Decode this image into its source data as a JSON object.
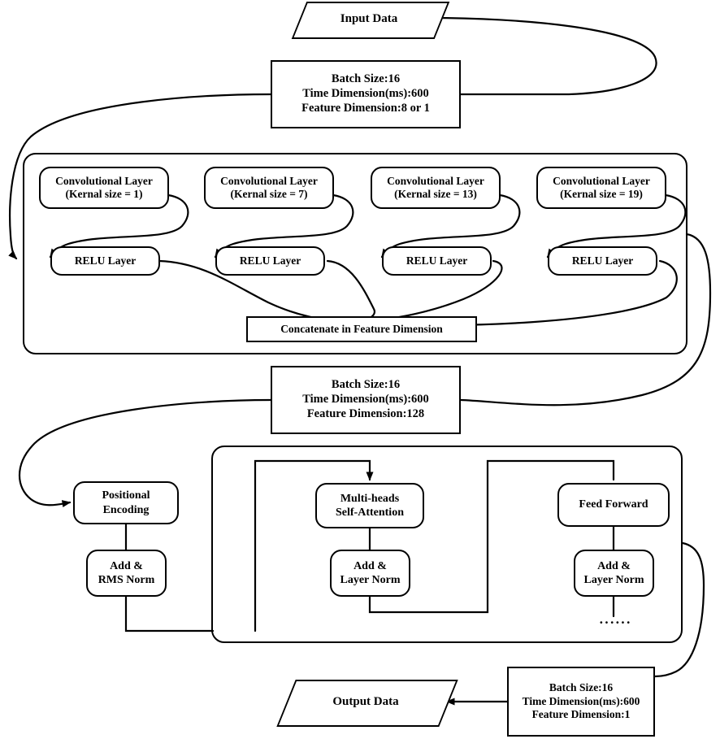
{
  "diagram": {
    "title": "Neural network architecture flowchart",
    "type": "flowchart",
    "stroke_color": "#000000",
    "background_color": "#ffffff"
  },
  "input": {
    "label": "Input Data",
    "shape": "parallelogram"
  },
  "tensor_top": {
    "line1": "Batch Size:16",
    "line2": "Time Dimension(ms):600",
    "line3": "Feature Dimension:8 or 1"
  },
  "conv_block": {
    "branches": [
      {
        "conv_line1": "Convolutional Layer",
        "conv_line2": "(Kernal size = 1)",
        "relu": "RELU Layer"
      },
      {
        "conv_line1": "Convolutional Layer",
        "conv_line2": "(Kernal size = 7)",
        "relu": "RELU Layer"
      },
      {
        "conv_line1": "Convolutional Layer",
        "conv_line2": "(Kernal size = 13)",
        "relu": "RELU Layer"
      },
      {
        "conv_line1": "Convolutional Layer",
        "conv_line2": "(Kernal size = 19)",
        "relu": "RELU Layer"
      }
    ],
    "concatenate": "Concatenate in Feature Dimension"
  },
  "tensor_mid": {
    "line1": "Batch Size:16",
    "line2": "Time Dimension(ms):600",
    "line3": "Feature Dimension:128"
  },
  "transformer": {
    "positional_encoding": {
      "line1": "Positional",
      "line2": "Encoding"
    },
    "rms_norm": {
      "line1": "Add &",
      "line2": "RMS Norm"
    },
    "attention": {
      "line1": "Multi-heads",
      "line2": "Self-Attention"
    },
    "attention_norm": {
      "line1": "Add &",
      "line2": "Layer Norm"
    },
    "feed_forward": {
      "line1": "Feed Forward"
    },
    "ff_norm": {
      "line1": "Add &",
      "line2": "Layer Norm"
    },
    "repeat_indicator": "······"
  },
  "tensor_out": {
    "line1": "Batch Size:16",
    "line2": "Time Dimension(ms):600",
    "line3": "Feature Dimension:1"
  },
  "output": {
    "label": "Output Data",
    "shape": "parallelogram"
  }
}
